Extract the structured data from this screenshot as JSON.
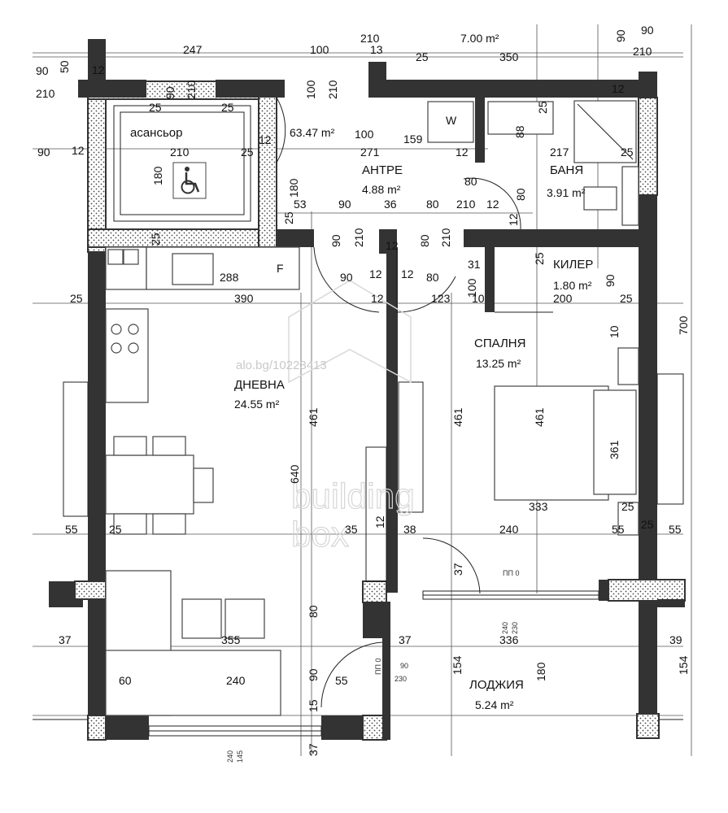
{
  "rooms": {
    "elevator": {
      "name": "асансьор"
    },
    "hall": {
      "name": "АНТРЕ",
      "area": "4.88 m²"
    },
    "bath": {
      "name": "БАНЯ",
      "area": "3.91 m²"
    },
    "storage": {
      "name": "КИЛЕР",
      "area": "1.80 m²"
    },
    "bedroom": {
      "name": "СПАЛНЯ",
      "area": "13.25 m²"
    },
    "living": {
      "name": "ДНЕВНА",
      "area": "24.55 m²"
    },
    "loggia": {
      "name": "ЛОДЖИЯ",
      "area": "5.24 m²"
    },
    "area_6347": {
      "area": "63.47 m²"
    },
    "area_700": {
      "area": "7.00 m²"
    }
  },
  "fixtures": {
    "washer": "W",
    "fridge": "F"
  },
  "watermark": {
    "site": "alo.bg/10223413",
    "brand_line1": "building",
    "brand_line2": "box"
  },
  "dims": {
    "d247": "247",
    "d100a": "100",
    "d210a": "210",
    "d13": "13",
    "d25a": "25",
    "d350": "350",
    "d90a": "90",
    "d90b": "90",
    "d210b": "210",
    "d90c": "90",
    "d50": "50",
    "d12a": "12",
    "d210c": "210",
    "d90d": "90",
    "d210d": "210",
    "d100b": "100",
    "d210e": "210",
    "d25b": "25",
    "d25c": "25",
    "d12b": "12",
    "d100c": "100",
    "d159": "159",
    "d12c": "12",
    "d217": "217",
    "d25d": "25",
    "d88": "88",
    "d25e": "25",
    "d90e": "90",
    "d12d": "12",
    "d210f": "210",
    "d25f": "25",
    "d271": "271",
    "d12e": "12",
    "d180a": "180",
    "d180b": "180",
    "d80a": "80",
    "d80b": "80",
    "d53": "53",
    "d90f": "90",
    "d36": "36",
    "d80c": "80",
    "d210g": "210",
    "d12f": "12",
    "d25g": "25",
    "d12g": "12",
    "d90g": "90",
    "d210h": "210",
    "d80d": "80",
    "d210i": "210",
    "d12h": "12",
    "d25h": "25",
    "d288": "288",
    "d90h": "90",
    "d12i": "12",
    "d12j": "12",
    "d80e": "80",
    "d31": "31",
    "d100d": "100",
    "d25i": "25",
    "d90i": "90",
    "d25j": "25",
    "d390": "390",
    "d12k": "12",
    "d123": "123",
    "d10a": "10",
    "d200": "200",
    "d25k": "25",
    "d10b": "10",
    "d700": "700",
    "d461a": "461",
    "d461b": "461",
    "d461c": "461",
    "d361": "361",
    "d640": "640",
    "d333": "333",
    "d25l": "25",
    "d25m": "25",
    "d35": "35",
    "d12l": "12",
    "d55a": "55",
    "d25n": "25",
    "d38": "38",
    "d240a": "240",
    "d55b": "55",
    "d55c": "55",
    "d37a": "37",
    "d80f": "80",
    "d37b": "37",
    "d336": "336",
    "d39": "39",
    "d355": "355",
    "d154a": "154",
    "d154b": "154",
    "d180c": "180",
    "d60": "60",
    "d240b": "240",
    "d90j": "90",
    "d55d": "55",
    "d15": "15",
    "d37c": "37",
    "pp0a": "ПП 0",
    "pp0b": "ПП 0",
    "s240a": "240",
    "s230a": "230",
    "s90": "90",
    "s230b": "230",
    "s240b": "240",
    "s145": "145"
  }
}
